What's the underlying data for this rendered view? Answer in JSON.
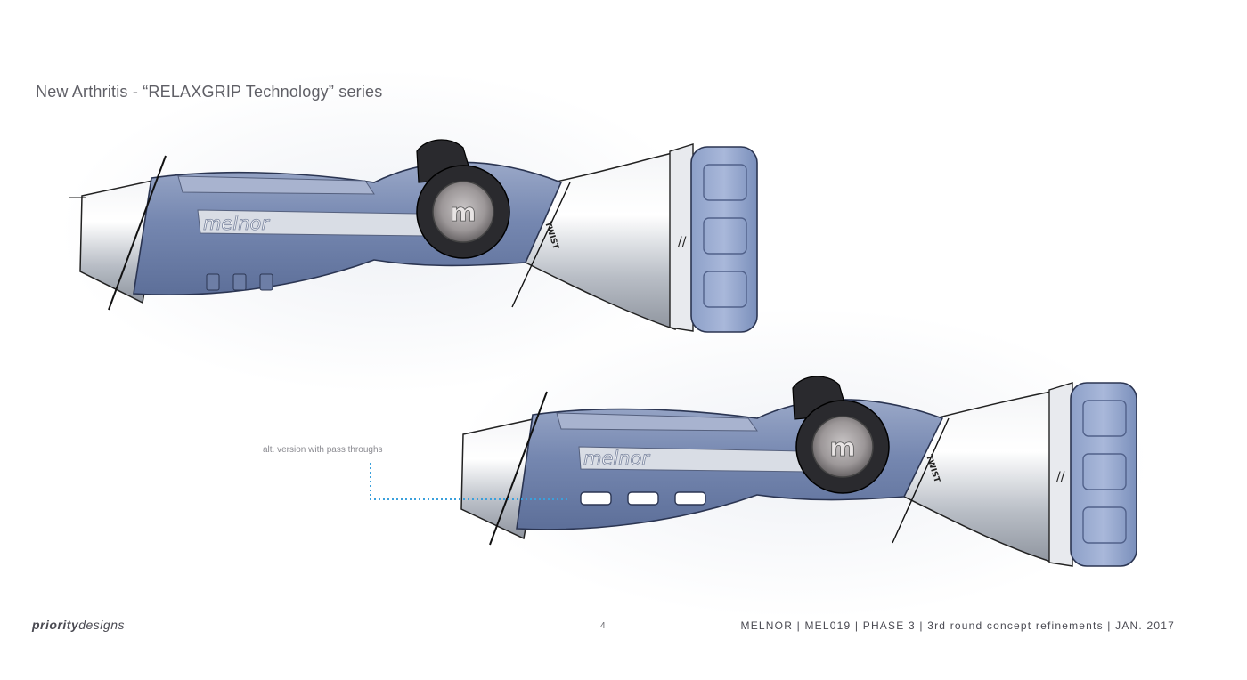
{
  "title": "New Arthritis - “RELAXGRIP Technology” series",
  "callout": "alt. version with pass throughs",
  "brand_embossed": "melnor",
  "dial_label": "TWIST",
  "dial_marks": "//",
  "footer": {
    "logo_bold": "priority",
    "logo_light": "designs",
    "page_number": "4",
    "project": "MELNOR | MEL019 | PHASE 3 | 3rd round concept refinements | JAN. 2017"
  },
  "colors": {
    "grip_blue": "#7e8fb4",
    "chrome": "#dadde2",
    "callout_line": "#3aa0dc"
  }
}
